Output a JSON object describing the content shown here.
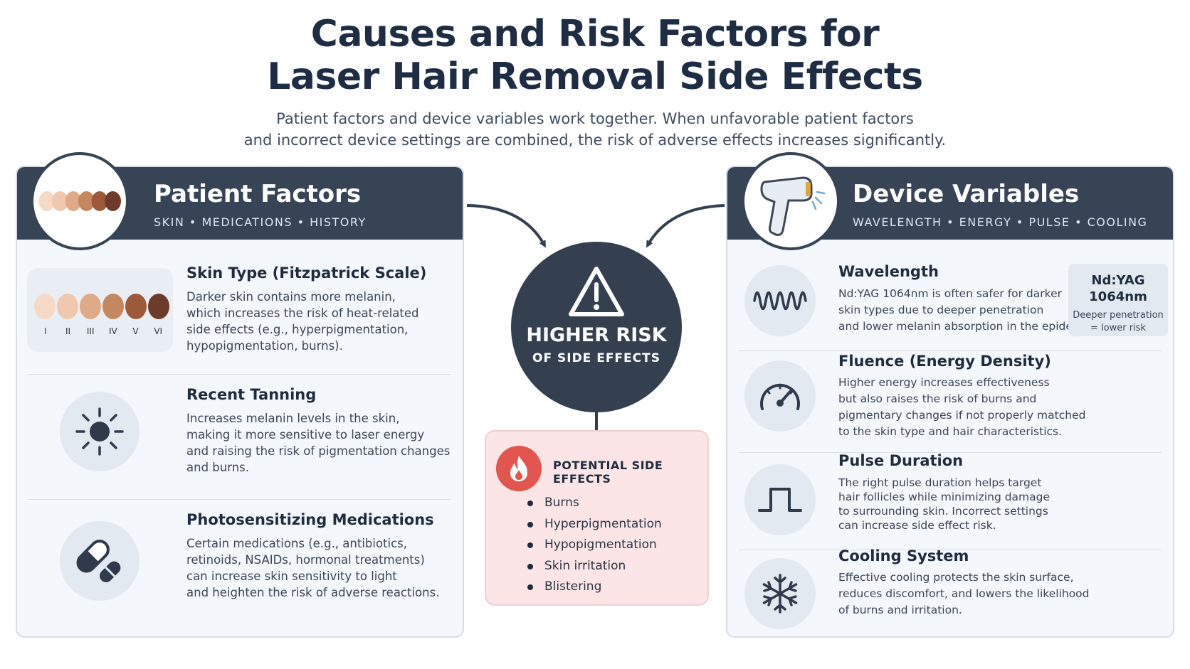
{
  "header": {
    "title_line1": "Causes and Risk Factors for",
    "title_line2": "Laser Hair Removal Side Effects",
    "subtitle_line1": "Patient factors and device variables work together. When unfavorable patient factors",
    "subtitle_line2": "and incorrect device settings are combined, the risk of adverse effects increases significantly."
  },
  "patient": {
    "title": "Patient Factors",
    "tags": "SKIN  •  MEDICATIONS  •  HISTORY",
    "badge_icon": "skin-tone-swatches-icon",
    "skin_type": {
      "title": "Skin Type (Fitzpatrick Scale)",
      "desc": [
        "Darker skin contains more melanin,",
        "which increases the risk of heat-related",
        "side effects (e.g., hyperpigmentation,",
        "hypopigmentation, burns)."
      ],
      "labels": [
        "I",
        "II",
        "III",
        "IV",
        "V",
        "VI"
      ],
      "colors": [
        "#f6d9c6",
        "#efc8ad",
        "#dfaa87",
        "#c4875e",
        "#9c5a3a",
        "#6d3b2a"
      ]
    },
    "tanning": {
      "title": "Recent Tanning",
      "icon": "sun-icon",
      "desc": [
        "Increases melanin levels in the skin,",
        "making it more sensitive to laser energy",
        "and raising the risk of pigmentation changes",
        "and burns."
      ]
    },
    "medications": {
      "title": "Photosensitizing Medications",
      "icon": "pill-capsule-icon",
      "desc": [
        "Certain medications (e.g., antibiotics,",
        "retinoids, NSAIDs, hormonal treatments)",
        "can increase skin sensitivity to light",
        "and heighten the risk of adverse reactions."
      ]
    }
  },
  "device": {
    "title": "Device Variables",
    "tags": "WAVELENGTH  •  ENERGY  •  PULSE  •  COOLING",
    "badge_icon": "laser-device-icon",
    "wavelength": {
      "title": "Wavelength",
      "icon": "wave-icon",
      "desc": [
        "Nd:YAG 1064nm is often safer for darker",
        "skin types due to deeper penetration",
        "and lower melanin absorption in the epidermis."
      ],
      "callout_title1": "Nd:YAG",
      "callout_title2": "1064nm",
      "callout_sub1": "Deeper penetration",
      "callout_sub2": "= lower risk"
    },
    "fluence": {
      "title": "Fluence (Energy Density)",
      "icon": "gauge-icon",
      "desc": [
        "Higher energy increases effectiveness",
        "but also raises the risk of burns and",
        "pigmentary changes if not properly matched",
        "to the skin type and hair characteristics."
      ]
    },
    "pulse": {
      "title": "Pulse Duration",
      "icon": "pulse-square-icon",
      "desc": [
        "The right pulse duration helps target",
        "hair follicles while minimizing damage",
        "to surrounding skin. Incorrect settings",
        "can increase side effect risk."
      ]
    },
    "cooling": {
      "title": "Cooling System",
      "icon": "snowflake-icon",
      "desc": [
        "Effective cooling protects the skin surface,",
        "reduces discomfort, and lowers the likelihood",
        "of burns and irritation."
      ]
    }
  },
  "center": {
    "warning_icon": "warning-triangle-icon",
    "risk_main": "HIGHER RISK",
    "risk_sub": "OF SIDE EFFECTS",
    "effects_icon": "flame-icon",
    "effects_title": "POTENTIAL SIDE EFFECTS",
    "effects": [
      "Burns",
      "Hyperpigmentation",
      "Hypopigmentation",
      "Skin irritation",
      "Blistering"
    ]
  }
}
